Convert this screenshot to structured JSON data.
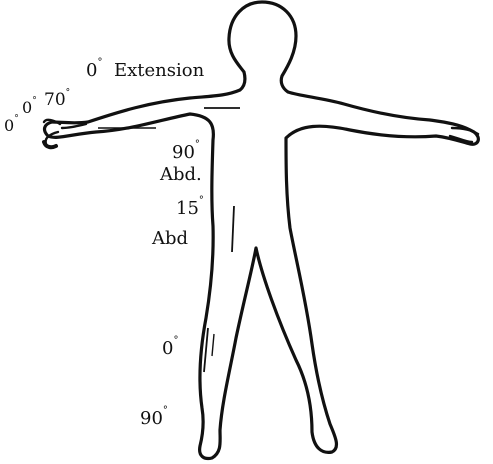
{
  "diagram": {
    "labels": {
      "shoulder_extension_angle": "0",
      "shoulder_extension_word": "Extension",
      "elbow_angle_a": "0",
      "elbow_angle_b": "0",
      "elbow_angle_c": "70",
      "shoulder_abd_angle": "90",
      "shoulder_abd_word": "Abd.",
      "hip_abd_angle": "15",
      "hip_abd_word": "Abd",
      "knee_angle": "0",
      "ankle_angle": "90"
    },
    "degree_symbol": "°",
    "colors": {
      "outline": "#111111",
      "background": "#ffffff"
    }
  }
}
